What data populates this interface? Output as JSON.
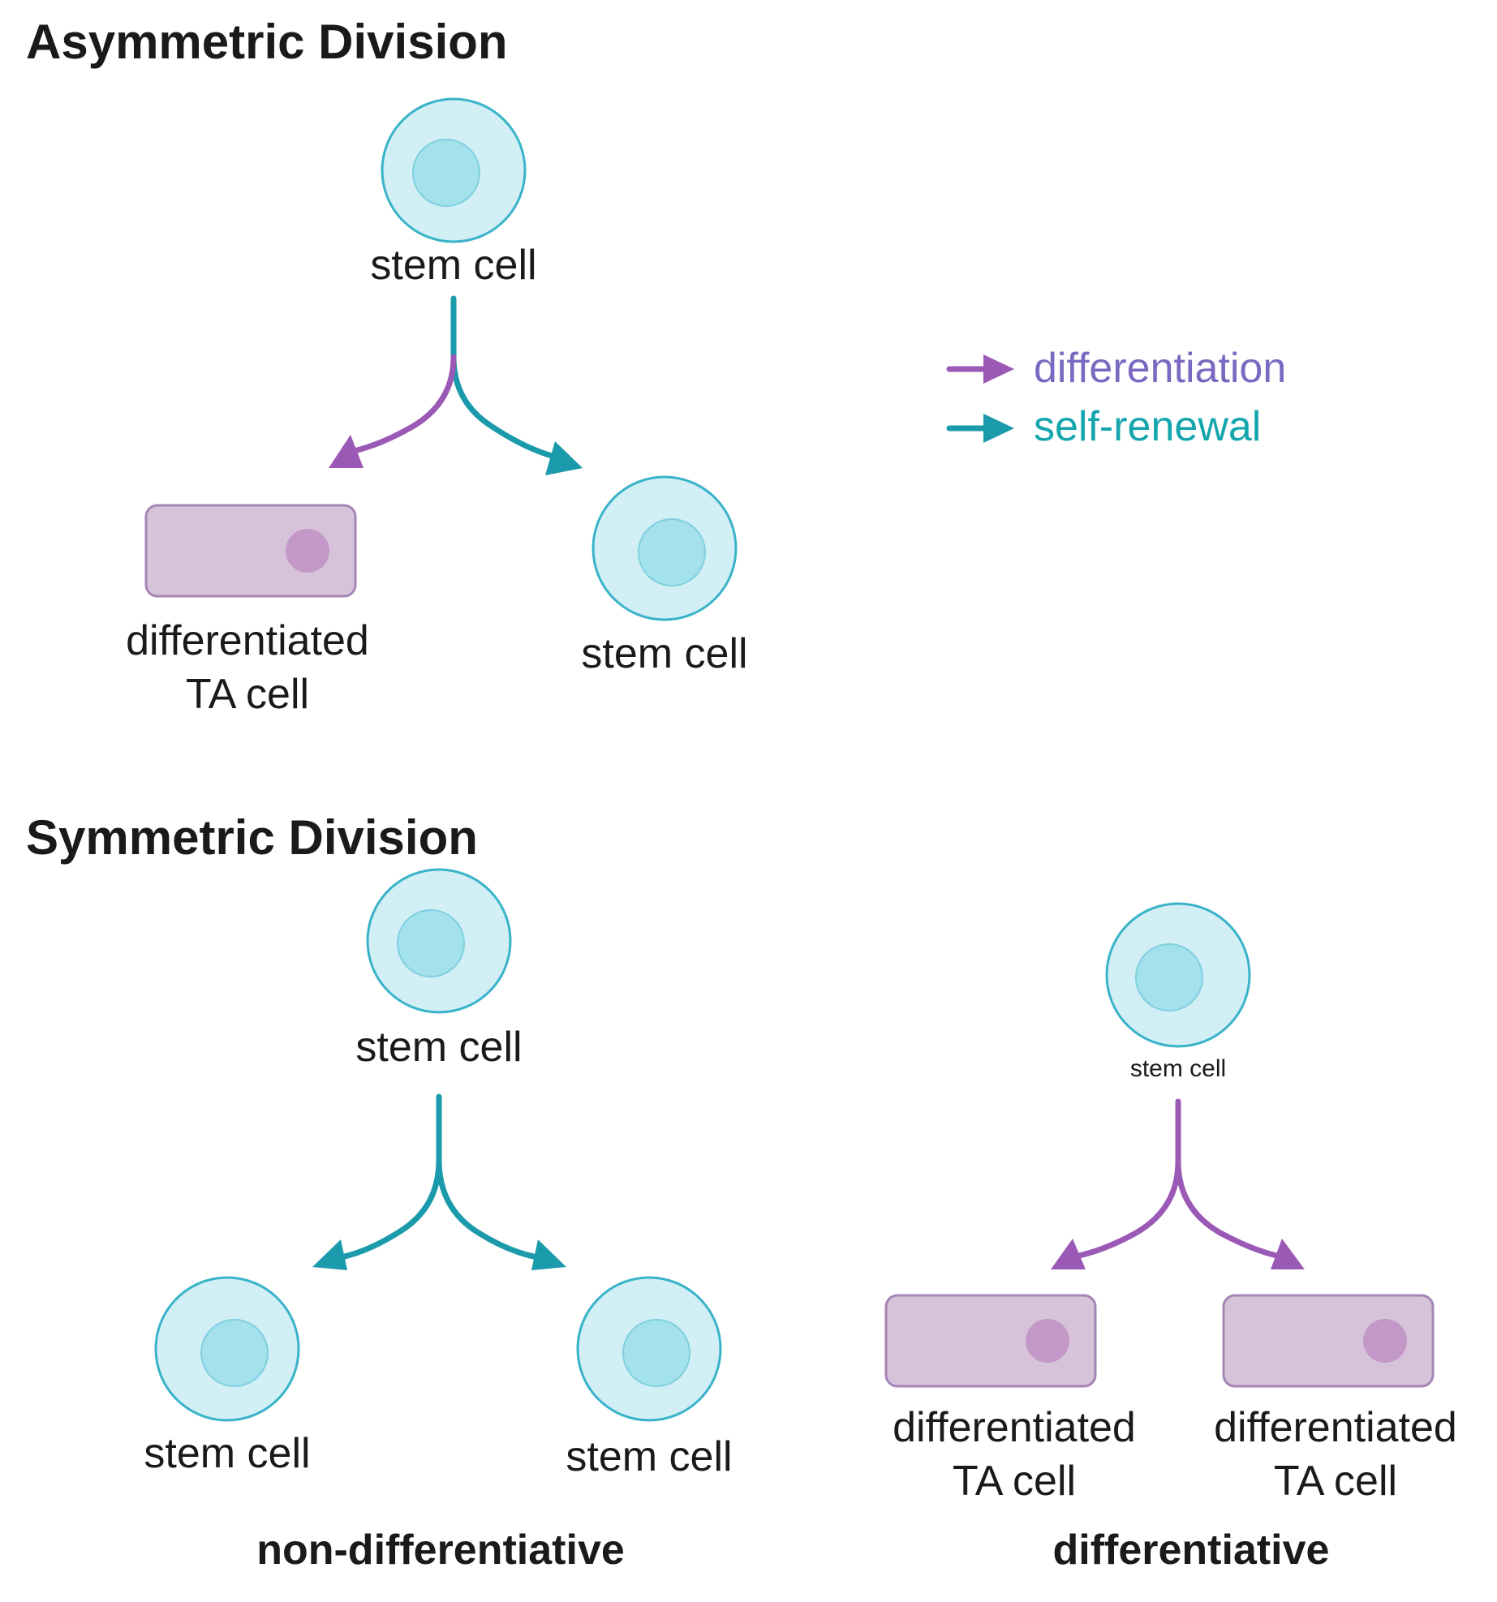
{
  "colors": {
    "differentiation": "#9b59b6",
    "self_renewal": "#1a9aaa",
    "differentiation_text": "#7b68c0",
    "self_renewal_text": "#15a6ad",
    "stem_cell_fill": "#d2eff6",
    "stem_cell_stroke": "#3ab3c9",
    "stem_nucleus_fill": "#a3e1ec",
    "ta_cell_fill": "#d7c3d9",
    "ta_cell_stroke": "#a585b5",
    "ta_nucleus_fill": "#c398c9"
  },
  "asymmetric": {
    "title": "Asymmetric Division",
    "parent_label": "stem cell",
    "left_child_line1": "differentiated",
    "left_child_line2": "TA cell",
    "right_child_label": "stem cell"
  },
  "legend": {
    "differentiation": "differentiation",
    "self_renewal": "self-renewal"
  },
  "symmetric": {
    "title": "Symmetric Division",
    "non_diff": {
      "parent_label": "stem cell",
      "left_child_label": "stem cell",
      "right_child_label": "stem cell",
      "caption": "non-differentiative"
    },
    "diff": {
      "parent_label": "stem cell",
      "left_child_line1": "differentiated",
      "left_child_line2": "TA cell",
      "right_child_line1": "differentiated",
      "right_child_line2": "TA cell",
      "caption": "differentiative"
    }
  }
}
